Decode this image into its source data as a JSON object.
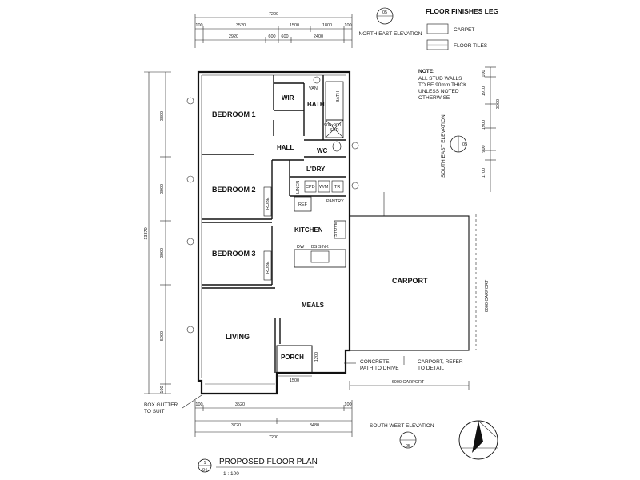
{
  "plan": {
    "title": "PROPOSED FLOOR PLAN",
    "scale": "1 : 100",
    "sheet_ref_top": "1",
    "sheet_ref_bottom": "04"
  },
  "legend": {
    "title": "FLOOR FINISHES LEG",
    "items": [
      {
        "label": "CARPET"
      },
      {
        "label": "FLOOR TILES"
      }
    ]
  },
  "note": {
    "heading": "NOTE:",
    "lines": [
      "ALL STUD WALLS",
      "TO BE 90mm THICK",
      "UNLESS NOTED",
      "OTHERWISE"
    ]
  },
  "elevations": {
    "north_east": {
      "label": "NORTH EAST ELEVATION",
      "ref": "05"
    },
    "south_east": {
      "label": "SOUTH EAST ELEVATION",
      "ref": "05"
    },
    "south_west": {
      "label": "SOUTH WEST ELEVATION",
      "ref": "05"
    }
  },
  "rooms": {
    "bedroom1": "BEDROOM 1",
    "wir": "WIR",
    "bath": "BATH",
    "hall": "HALL",
    "wc": "WC",
    "laundry": "L'DRY",
    "bedroom2": "BEDROOM 2",
    "kitchen": "KITCHEN",
    "bedroom3": "BEDROOM 3",
    "meals": "MEALS",
    "living": "LIVING",
    "porch": "PORCH",
    "carport": "CARPORT"
  },
  "fixtures": {
    "van": "VAN",
    "bath_fx": "BATH",
    "shower": "900x900",
    "shower2": "SHR",
    "linen": "LINEN",
    "cpd": "CPD",
    "wm": "W/M",
    "tr": "TR",
    "ref": "REF",
    "pantry": "PANTRY",
    "stove": "STOVE",
    "dw": "DW",
    "sink": "BS SINK",
    "robe2": "ROBE",
    "robe3": "ROBE"
  },
  "annotations": {
    "path": [
      "CONCRETE",
      "PATH TO DRIVE"
    ],
    "carport_ref": [
      "CARPORT, REFER",
      "TO DETAIL"
    ],
    "box_gutter": [
      "BOX GUTTER",
      "TO SUIT"
    ],
    "carport_dim_bottom": "6000 CARPORT",
    "carport_dim_right": "6000 CARPORT"
  },
  "dimensions": {
    "top_overall": "7200",
    "top_row1": [
      "100",
      "3520",
      "1500",
      "1800",
      "100"
    ],
    "top_row2": [
      "2920",
      "600",
      "600",
      "2400"
    ],
    "left_overall": "13370",
    "left_segments": [
      "3300",
      "3000",
      "3000",
      "5000",
      "100"
    ],
    "right_segments": [
      "100",
      "1910",
      "3000",
      "1900",
      "900",
      "1700"
    ],
    "bottom_row1": [
      "100",
      "3520",
      "100"
    ],
    "bottom_row2": [
      "3720",
      "3480"
    ],
    "bottom_overall": "7200",
    "porch_width": "1500",
    "porch_side": "1200"
  }
}
